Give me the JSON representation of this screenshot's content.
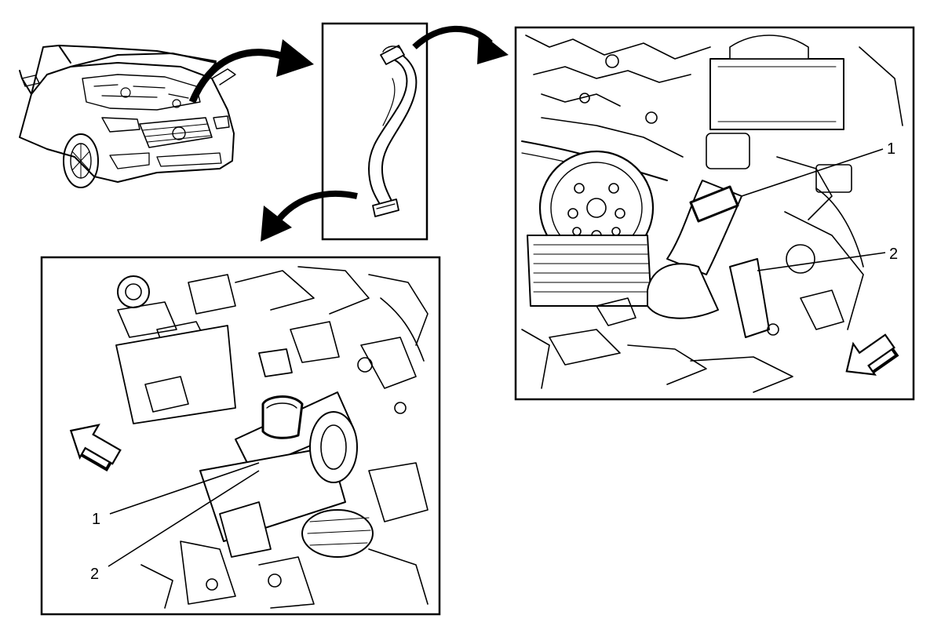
{
  "colors": {
    "ink": "#000000",
    "paper": "#ffffff"
  },
  "right_view": {
    "callouts": [
      {
        "label": "1"
      },
      {
        "label": "2"
      }
    ]
  },
  "bottom_view": {
    "callouts": [
      {
        "label": "1"
      },
      {
        "label": "2"
      }
    ]
  },
  "icons": {
    "orientation_arrow": "forward-arrow-icon",
    "flow_arrow": "curved-arrow-icon"
  }
}
